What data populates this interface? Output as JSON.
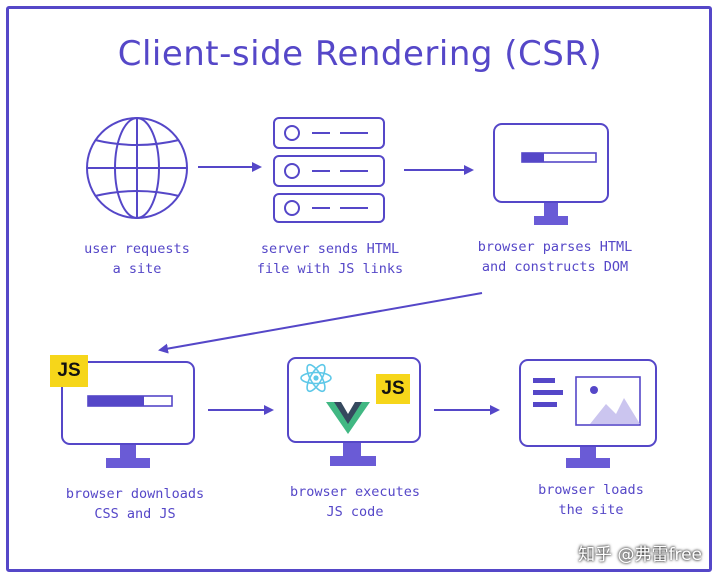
{
  "title": "Client-side Rendering (CSR)",
  "steps": [
    {
      "line1": "user requests",
      "line2": "a site"
    },
    {
      "line1": "server sends HTML",
      "line2": "file with JS links"
    },
    {
      "line1": "browser parses HTML",
      "line2": "and constructs DOM"
    },
    {
      "line1": "browser downloads",
      "line2": "CSS and JS"
    },
    {
      "line1": "browser executes",
      "line2": "JS code"
    },
    {
      "line1": "browser loads",
      "line2": "the site"
    }
  ],
  "badges": {
    "js_1": "JS",
    "js_2": "JS"
  },
  "watermark": "知乎 @弗雷free",
  "colors": {
    "accent": "#5547c8",
    "stand": "#6a5bd6",
    "js_badge": "#f6d61a",
    "react": "#5ec8e8",
    "vue_green": "#41b883",
    "vue_dark": "#35495e"
  }
}
